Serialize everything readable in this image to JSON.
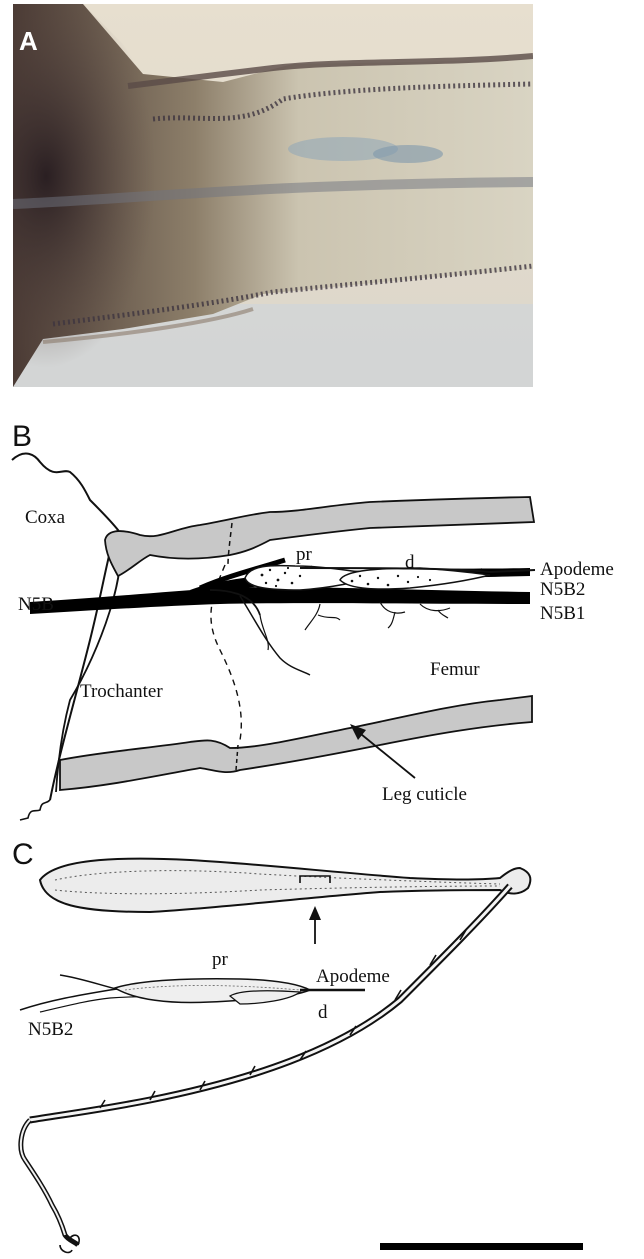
{
  "panels": {
    "a": {
      "label": "A"
    },
    "b": {
      "label": "B",
      "labels": {
        "coxa": "Coxa",
        "n5b": "N5B",
        "pr": "pr",
        "d": "d",
        "apodeme": "Apodeme",
        "n5b2": "N5B2",
        "n5b1": "N5B1",
        "trochanter": "Trochanter",
        "femur": "Femur",
        "leg_cuticle": "Leg cuticle"
      }
    },
    "c": {
      "label": "C",
      "labels": {
        "pr": "pr",
        "apodeme": "Apodeme",
        "d": "d",
        "n5b2": "N5B2"
      }
    }
  }
}
